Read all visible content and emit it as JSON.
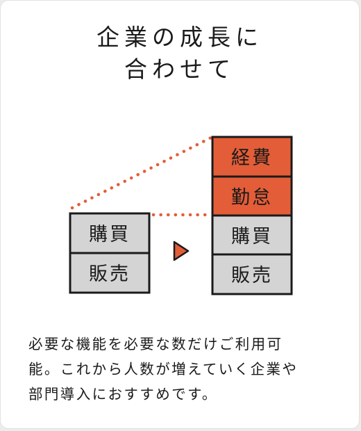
{
  "title": {
    "line1": "企業の成長に",
    "line2": "合わせて"
  },
  "diagram": {
    "left_stack": [
      {
        "label": "購買",
        "highlight": false
      },
      {
        "label": "販売",
        "highlight": false
      }
    ],
    "right_stack": [
      {
        "label": "経費",
        "highlight": true
      },
      {
        "label": "勤怠",
        "highlight": true
      },
      {
        "label": "購買",
        "highlight": false
      },
      {
        "label": "販売",
        "highlight": false
      }
    ],
    "icons": {
      "arrow": "triangle-right-icon"
    },
    "colors": {
      "accent": "#e35d38",
      "gray_box": "#d4d4d4",
      "outline": "#1a1a1a"
    }
  },
  "description": {
    "line1": "必要な機能を必要な数だけご利用可",
    "line2": "能。これから人数が増えていく企業や",
    "line3": "部門導入におすすめです。"
  }
}
